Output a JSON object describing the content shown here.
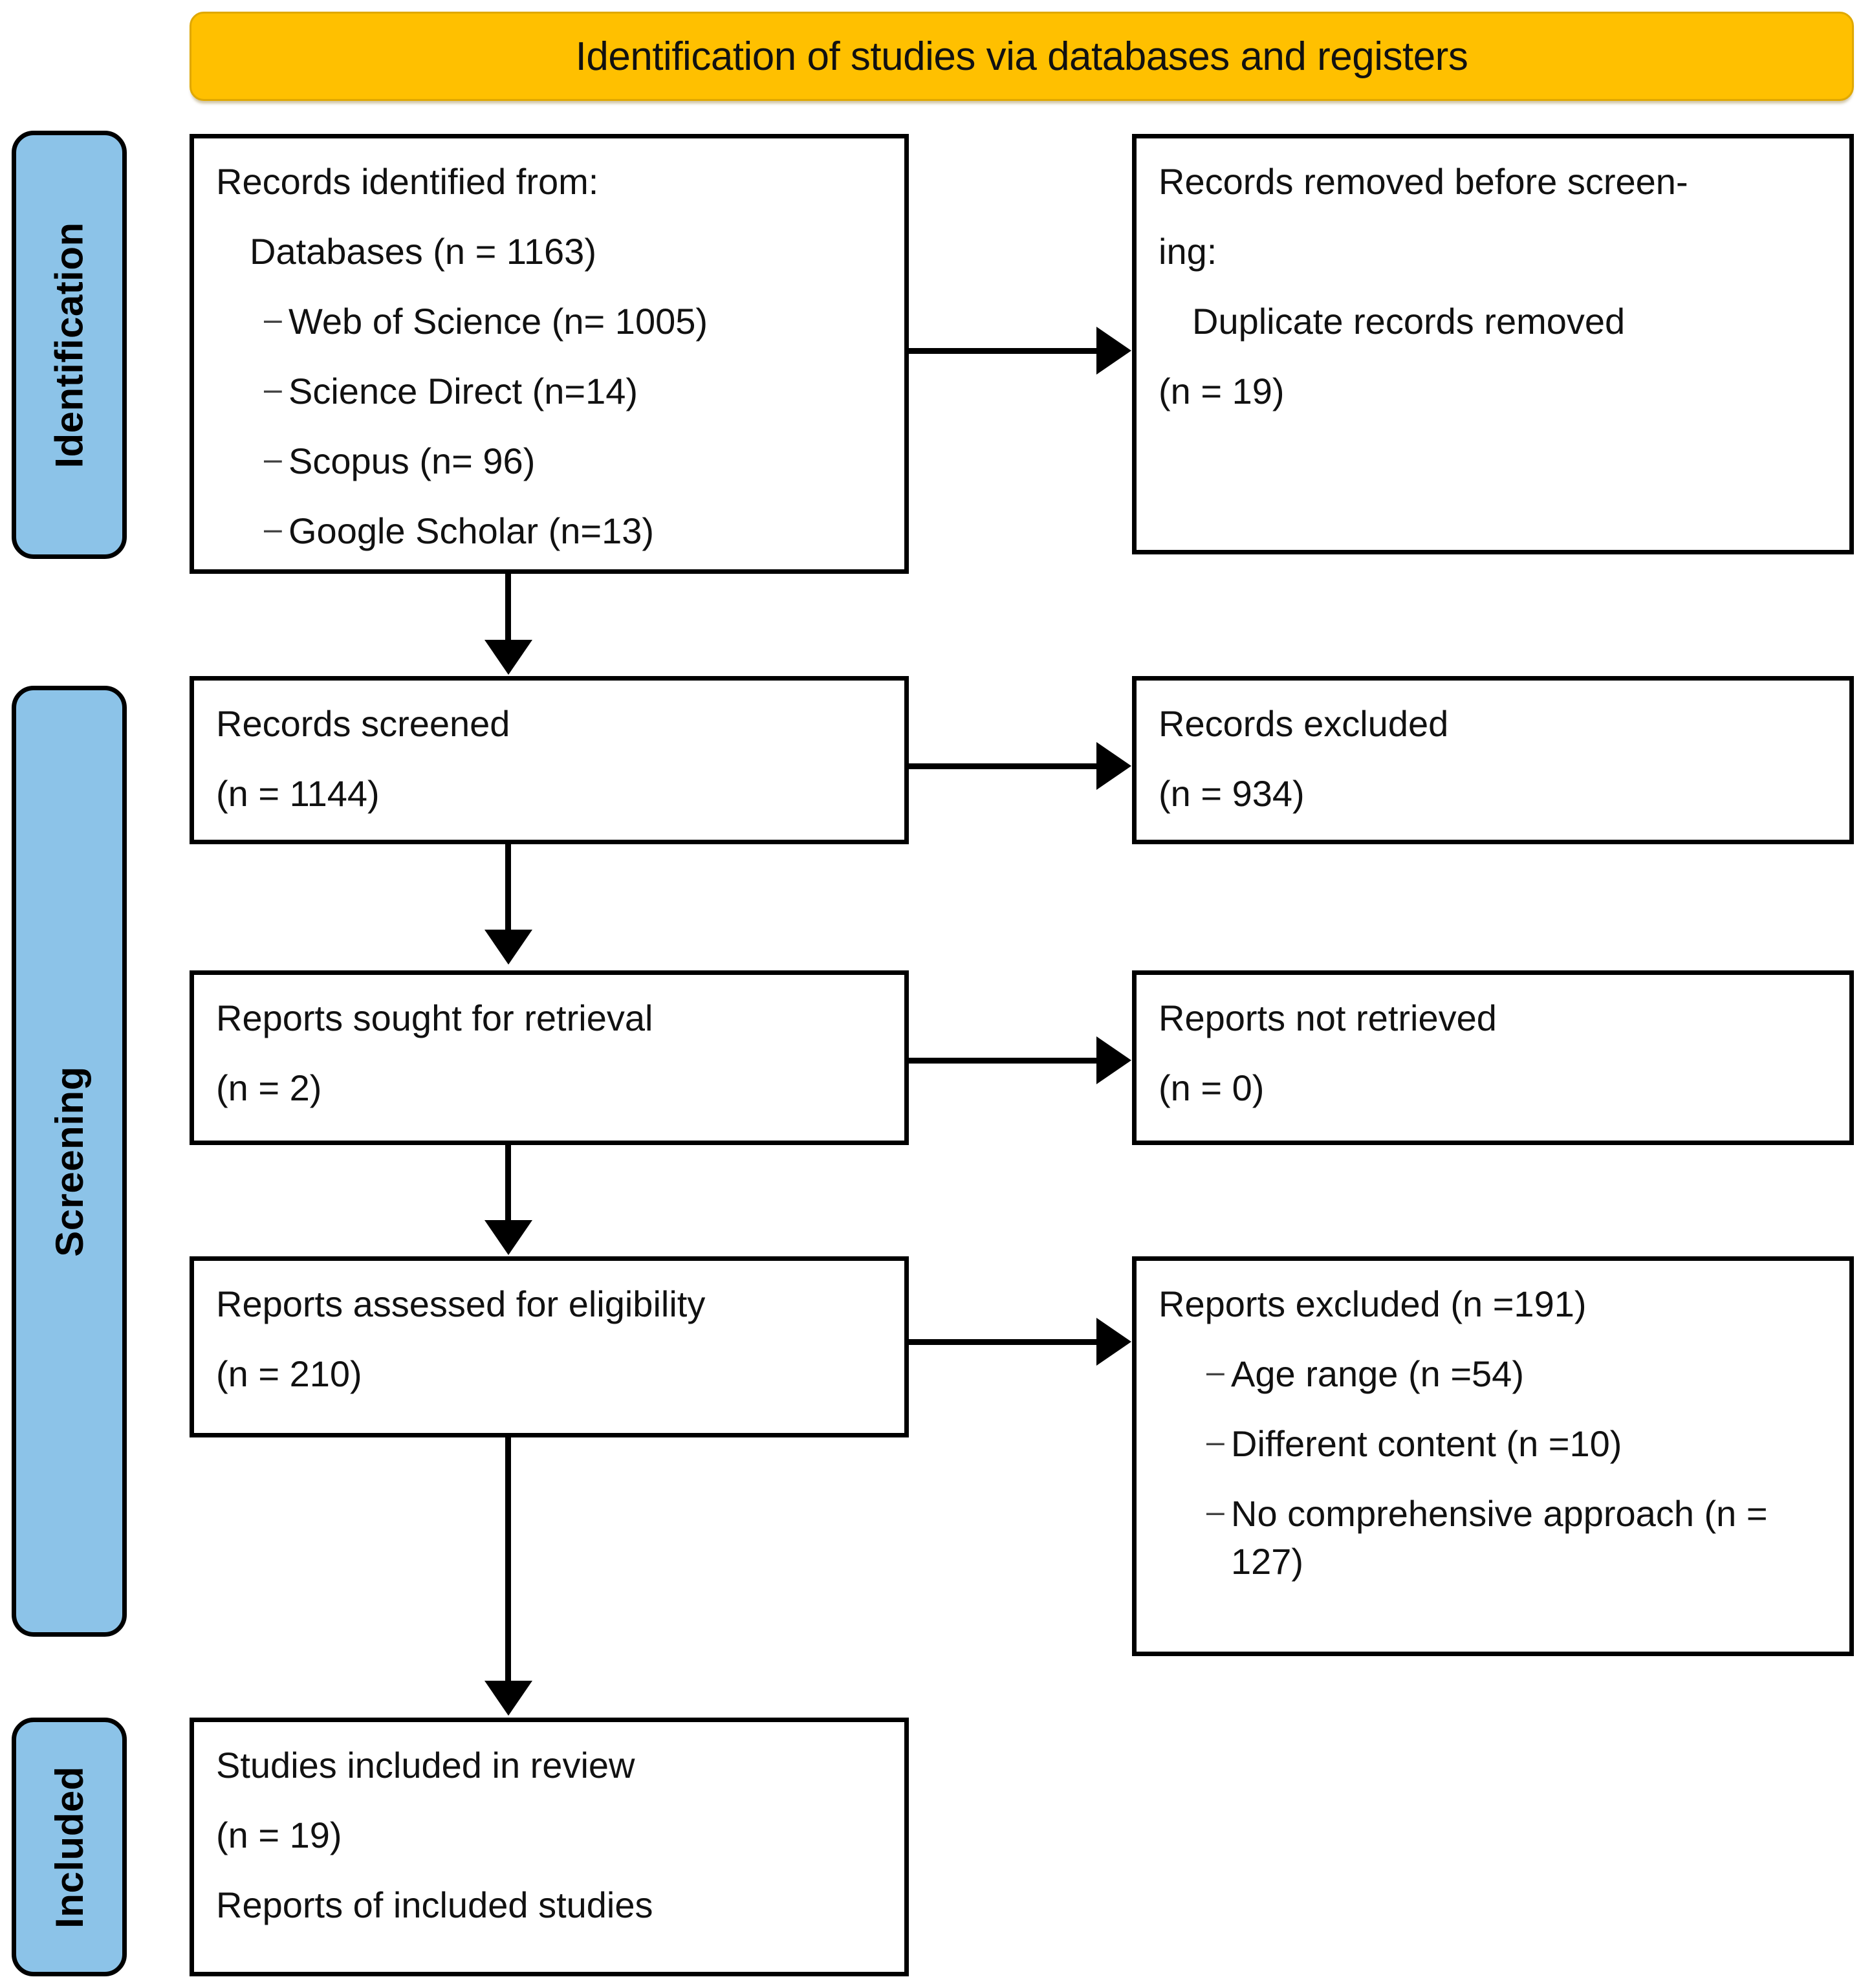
{
  "banner": {
    "title": "Identification of studies via databases and registers",
    "fill": "#FFC000"
  },
  "stages": [
    {
      "label": "Identification"
    },
    {
      "label": "Screening"
    },
    {
      "label": "Included"
    }
  ],
  "stage_fill": "#8CC3E8",
  "boxes": {
    "records_identified": {
      "heading": "Records identified from:",
      "subheading": "Databases (n = 1163)",
      "dash": "–",
      "sources": [
        "Web of Science (n= 1005)",
        "Science Direct (n=14)",
        "Scopus (n= 96)",
        "Google Scholar (n=13)"
      ]
    },
    "records_removed": {
      "line1": "Records removed before screen-",
      "line2": "ing:",
      "line3": "Duplicate records removed",
      "line4": "(n = 19)"
    },
    "records_screened": {
      "line1": "Records screened",
      "line2": "(n = 1144)"
    },
    "records_excluded": {
      "line1": "Records excluded",
      "line2": "(n = 934)"
    },
    "reports_sought": {
      "line1": "Reports sought for retrieval",
      "line2": "(n = 2)"
    },
    "reports_not_retrieved": {
      "line1": "Reports not retrieved",
      "line2": "(n = 0)"
    },
    "reports_assessed": {
      "line1": "Reports assessed for eligibility",
      "line2": "(n = 210)"
    },
    "reports_excluded": {
      "heading": "Reports excluded (n =191)",
      "dash": "–",
      "reasons": [
        "Age range (n =54)",
        "Different content (n =10)",
        "No comprehensive approach (n = 127)"
      ]
    },
    "studies_included": {
      "line1": "Studies included in review",
      "line2": "(n = 19)",
      "line3": "Reports of included studies"
    }
  }
}
